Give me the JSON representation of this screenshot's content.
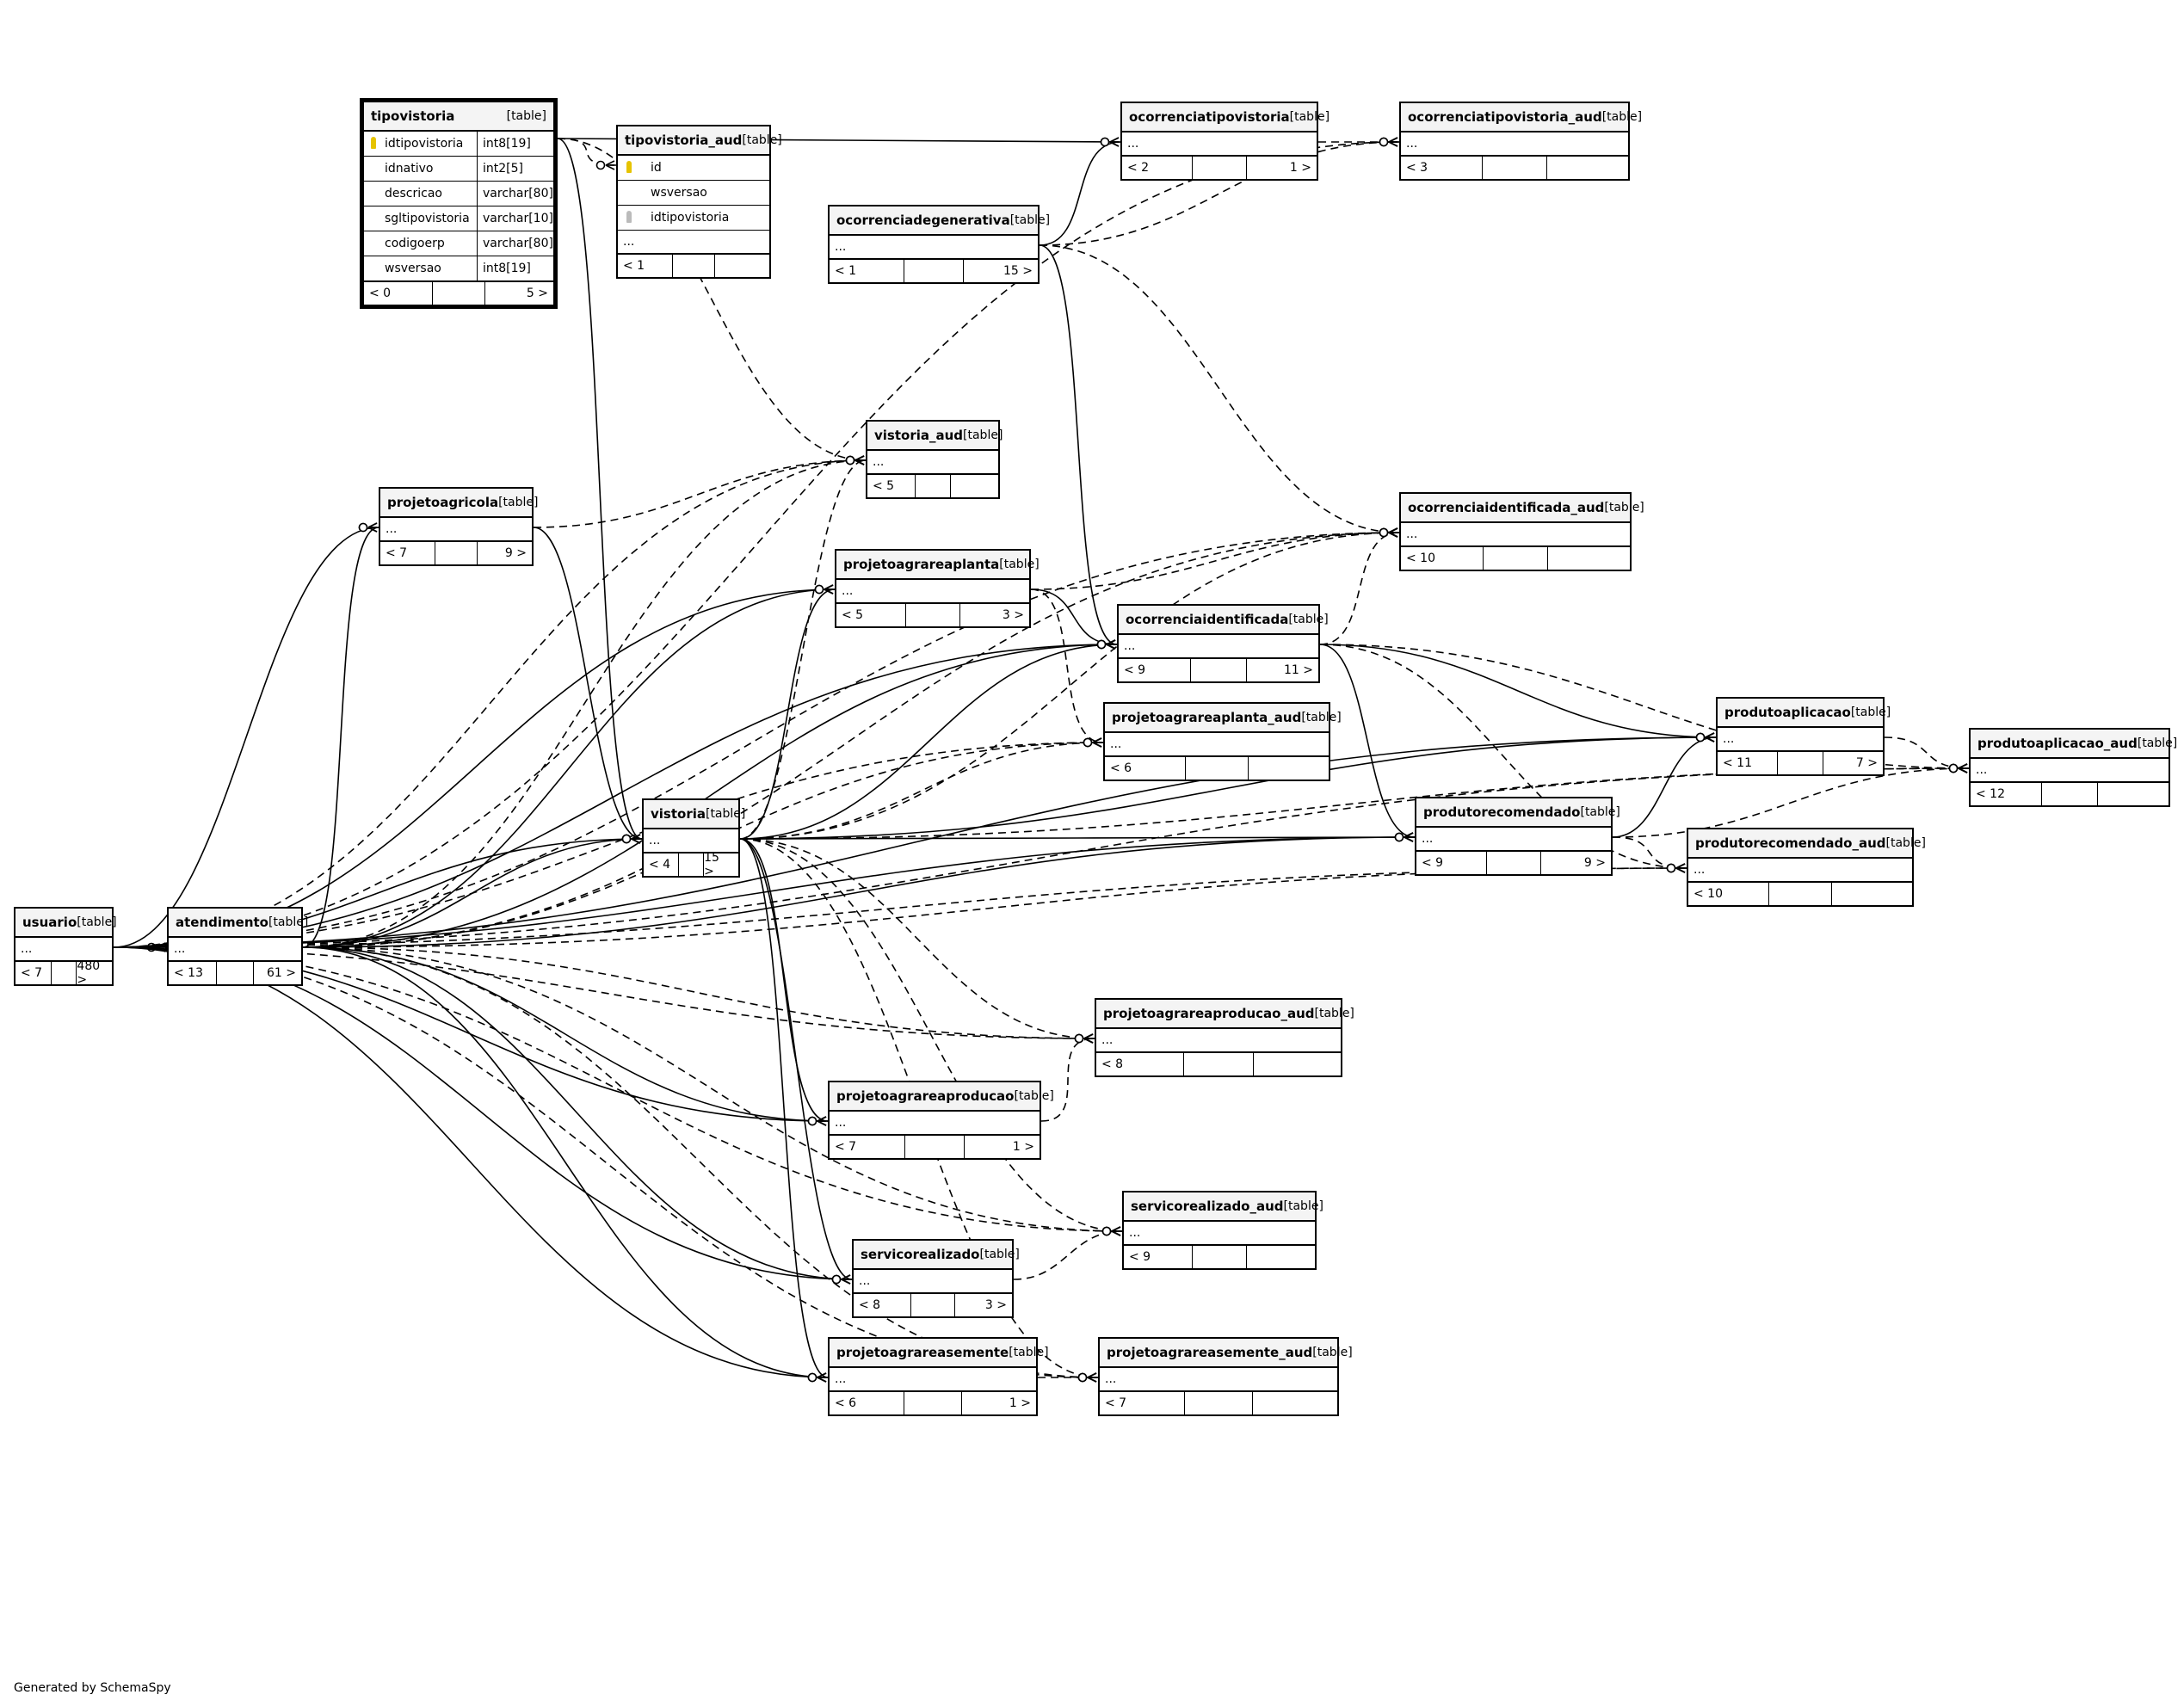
{
  "credit": "Generated by SchemaSpy",
  "type_label": "[table]",
  "tables": {
    "tipovistoria": {
      "name": "tipovistoria",
      "columns": [
        {
          "name": "idtipovistoria",
          "type": "int8[19]",
          "key": "pk"
        },
        {
          "name": "idnativo",
          "type": "int2[5]"
        },
        {
          "name": "descricao",
          "type": "varchar[80]"
        },
        {
          "name": "sgltipovistoria",
          "type": "varchar[10]"
        },
        {
          "name": "codigoerp",
          "type": "varchar[80]"
        },
        {
          "name": "wsversao",
          "type": "int8[19]"
        }
      ],
      "left": "< 0",
      "right": "5 >"
    },
    "tipovistoria_aud": {
      "name": "tipovistoria_aud",
      "columns": [
        {
          "name": "id",
          "key": "pk"
        },
        {
          "name": "wsversao"
        },
        {
          "name": "idtipovistoria",
          "key": "fk"
        }
      ],
      "ellipsis": "...",
      "left": "< 1",
      "right": ""
    },
    "ocorrenciatipovistoria": {
      "name": "ocorrenciatipovistoria",
      "ellipsis": "...",
      "left": "< 2",
      "right": "1 >"
    },
    "ocorrenciatipovistoria_aud": {
      "name": "ocorrenciatipovistoria_aud",
      "ellipsis": "...",
      "left": "< 3",
      "right": ""
    },
    "ocorrenciadegenerativa": {
      "name": "ocorrenciadegenerativa",
      "ellipsis": "...",
      "left": "< 1",
      "right": "15 >"
    },
    "vistoria_aud": {
      "name": "vistoria_aud",
      "ellipsis": "...",
      "left": "< 5",
      "right": ""
    },
    "ocorrenciaidentificada_aud": {
      "name": "ocorrenciaidentificada_aud",
      "ellipsis": "...",
      "left": "< 10",
      "right": ""
    },
    "projetoagricola": {
      "name": "projetoagricola",
      "ellipsis": "...",
      "left": "< 7",
      "right": "9 >"
    },
    "projetoagrareaplanta": {
      "name": "projetoagrareaplanta",
      "ellipsis": "...",
      "left": "< 5",
      "right": "3 >"
    },
    "ocorrenciaidentificada": {
      "name": "ocorrenciaidentificada",
      "ellipsis": "...",
      "left": "< 9",
      "right": "11 >"
    },
    "projetoagrareaplanta_aud": {
      "name": "projetoagrareaplanta_aud",
      "ellipsis": "...",
      "left": "< 6",
      "right": ""
    },
    "produtoaplicacao": {
      "name": "produtoaplicacao",
      "ellipsis": "...",
      "left": "< 11",
      "right": "7 >"
    },
    "produtoaplicacao_aud": {
      "name": "produtoaplicacao_aud",
      "ellipsis": "...",
      "left": "< 12",
      "right": ""
    },
    "vistoria": {
      "name": "vistoria",
      "ellipsis": "...",
      "left": "< 4",
      "right": "15 >"
    },
    "produtorecomendado": {
      "name": "produtorecomendado",
      "ellipsis": "...",
      "left": "< 9",
      "right": "9 >"
    },
    "produtorecomendado_aud": {
      "name": "produtorecomendado_aud",
      "ellipsis": "...",
      "left": "< 10",
      "right": ""
    },
    "usuario": {
      "name": "usuario",
      "ellipsis": "...",
      "left": "< 7",
      "right": "480 >"
    },
    "atendimento": {
      "name": "atendimento",
      "ellipsis": "...",
      "left": "< 13",
      "right": "61 >"
    },
    "projetoagrareaproducao_aud": {
      "name": "projetoagrareaproducao_aud",
      "ellipsis": "...",
      "left": "< 8",
      "right": ""
    },
    "projetoagrareaproducao": {
      "name": "projetoagrareaproducao",
      "ellipsis": "...",
      "left": "< 7",
      "right": "1 >"
    },
    "servicorealizado_aud": {
      "name": "servicorealizado_aud",
      "ellipsis": "...",
      "left": "< 9",
      "right": ""
    },
    "servicorealizado": {
      "name": "servicorealizado",
      "ellipsis": "...",
      "left": "< 8",
      "right": "3 >"
    },
    "projetoagrareasemente": {
      "name": "projetoagrareasemente",
      "ellipsis": "...",
      "left": "< 6",
      "right": "1 >"
    },
    "projetoagrareasemente_aud": {
      "name": "projetoagrareasemente_aud",
      "ellipsis": "...",
      "left": "< 7",
      "right": ""
    }
  },
  "relationships": [
    {
      "from": "tipovistoria",
      "to": "ocorrenciatipovistoria",
      "style": "solid"
    },
    {
      "from": "tipovistoria",
      "to": "tipovistoria_aud",
      "style": "dashed"
    },
    {
      "from": "tipovistoria",
      "to": "vistoria",
      "style": "solid"
    },
    {
      "from": "tipovistoria",
      "to": "vistoria_aud",
      "style": "dashed"
    },
    {
      "from": "ocorrenciatipovistoria",
      "to": "ocorrenciatipovistoria_aud",
      "style": "dashed"
    },
    {
      "from": "ocorrenciadegenerativa",
      "to": "ocorrenciatipovistoria",
      "style": "solid"
    },
    {
      "from": "ocorrenciadegenerativa",
      "to": "ocorrenciatipovistoria_aud",
      "style": "dashed"
    },
    {
      "from": "ocorrenciadegenerativa",
      "to": "ocorrenciaidentificada",
      "style": "solid"
    },
    {
      "from": "ocorrenciadegenerativa",
      "to": "ocorrenciaidentificada_aud",
      "style": "dashed"
    },
    {
      "from": "vistoria",
      "to": "vistoria_aud",
      "style": "dashed"
    },
    {
      "from": "vistoria",
      "to": "projetoagrareaplanta",
      "style": "solid"
    },
    {
      "from": "vistoria",
      "to": "ocorrenciaidentificada",
      "style": "solid"
    },
    {
      "from": "vistoria",
      "to": "produtoaplicacao",
      "style": "solid"
    },
    {
      "from": "vistoria",
      "to": "produtorecomendado",
      "style": "solid"
    },
    {
      "from": "vistoria",
      "to": "projetoagrareaproducao",
      "style": "solid"
    },
    {
      "from": "vistoria",
      "to": "servicorealizado",
      "style": "solid"
    },
    {
      "from": "vistoria",
      "to": "projetoagrareasemente",
      "style": "solid"
    },
    {
      "from": "vistoria",
      "to": "projetoagrareaplanta_aud",
      "style": "dashed"
    },
    {
      "from": "vistoria",
      "to": "produtoaplicacao_aud",
      "style": "dashed"
    },
    {
      "from": "vistoria",
      "to": "projetoagrareaproducao_aud",
      "style": "dashed"
    },
    {
      "from": "vistoria",
      "to": "servicorealizado_aud",
      "style": "dashed"
    },
    {
      "from": "vistoria",
      "to": "projetoagrareasemente_aud",
      "style": "dashed"
    },
    {
      "from": "vistoria",
      "to": "ocorrenciaidentificada_aud",
      "style": "dashed"
    },
    {
      "from": "projetoagricola",
      "to": "vistoria",
      "style": "solid"
    },
    {
      "from": "projetoagricola",
      "to": "vistoria_aud",
      "style": "dashed"
    },
    {
      "from": "projetoagrareaplanta",
      "to": "ocorrenciaidentificada",
      "style": "solid"
    },
    {
      "from": "projetoagrareaplanta",
      "to": "projetoagrareaplanta_aud",
      "style": "dashed"
    },
    {
      "from": "projetoagrareaplanta",
      "to": "ocorrenciaidentificada_aud",
      "style": "dashed"
    },
    {
      "from": "ocorrenciaidentificada",
      "to": "ocorrenciaidentificada_aud",
      "style": "dashed"
    },
    {
      "from": "ocorrenciaidentificada",
      "to": "produtoaplicacao",
      "style": "solid"
    },
    {
      "from": "ocorrenciaidentificada",
      "to": "produtorecomendado",
      "style": "solid"
    },
    {
      "from": "ocorrenciaidentificada",
      "to": "produtoaplicacao_aud",
      "style": "dashed"
    },
    {
      "from": "ocorrenciaidentificada",
      "to": "produtorecomendado_aud",
      "style": "dashed"
    },
    {
      "from": "produtoaplicacao",
      "to": "produtoaplicacao_aud",
      "style": "dashed"
    },
    {
      "from": "produtorecomendado",
      "to": "produtoaplicacao",
      "style": "solid"
    },
    {
      "from": "produtorecomendado",
      "to": "produtorecomendado_aud",
      "style": "dashed"
    },
    {
      "from": "produtorecomendado",
      "to": "produtoaplicacao_aud",
      "style": "dashed"
    },
    {
      "from": "usuario",
      "to": "atendimento",
      "style": "solid"
    },
    {
      "from": "usuario",
      "to": "projetoagricola",
      "style": "solid"
    },
    {
      "from": "usuario",
      "to": "projetoagrareaplanta",
      "style": "solid"
    },
    {
      "from": "usuario",
      "to": "ocorrenciaidentificada",
      "style": "solid"
    },
    {
      "from": "usuario",
      "to": "produtoaplicacao",
      "style": "solid"
    },
    {
      "from": "usuario",
      "to": "vistoria",
      "style": "solid"
    },
    {
      "from": "usuario",
      "to": "projetoagrareaproducao",
      "style": "solid"
    },
    {
      "from": "usuario",
      "to": "servicorealizado",
      "style": "solid"
    },
    {
      "from": "usuario",
      "to": "projetoagrareasemente",
      "style": "solid"
    },
    {
      "from": "usuario",
      "to": "produtorecomendado",
      "style": "solid"
    },
    {
      "from": "usuario",
      "to": "vistoria_aud",
      "style": "dashed"
    },
    {
      "from": "usuario",
      "to": "ocorrenciatipovistoria_aud",
      "style": "dashed"
    },
    {
      "from": "usuario",
      "to": "produtoaplicacao_aud",
      "style": "dashed"
    },
    {
      "from": "usuario",
      "to": "produtorecomendado_aud",
      "style": "dashed"
    },
    {
      "from": "usuario",
      "to": "ocorrenciaidentificada_aud",
      "style": "dashed"
    },
    {
      "from": "usuario",
      "to": "projetoagrareaproducao_aud",
      "style": "dashed"
    },
    {
      "from": "usuario",
      "to": "servicorealizado_aud",
      "style": "dashed"
    },
    {
      "from": "usuario",
      "to": "projetoagrareasemente_aud",
      "style": "dashed"
    },
    {
      "from": "usuario",
      "to": "projetoagrareaplanta_aud",
      "style": "dashed"
    },
    {
      "from": "atendimento",
      "to": "vistoria",
      "style": "solid"
    },
    {
      "from": "atendimento",
      "to": "projetoagricola",
      "style": "solid"
    },
    {
      "from": "atendimento",
      "to": "projetoagrareaplanta",
      "style": "solid"
    },
    {
      "from": "atendimento",
      "to": "ocorrenciaidentificada",
      "style": "solid"
    },
    {
      "from": "atendimento",
      "to": "produtorecomendado",
      "style": "solid"
    },
    {
      "from": "atendimento",
      "to": "projetoagrareaproducao",
      "style": "solid"
    },
    {
      "from": "atendimento",
      "to": "servicorealizado",
      "style": "solid"
    },
    {
      "from": "atendimento",
      "to": "projetoagrareasemente",
      "style": "solid"
    },
    {
      "from": "atendimento",
      "to": "vistoria_aud",
      "style": "dashed"
    },
    {
      "from": "atendimento",
      "to": "ocorrenciaidentificada_aud",
      "style": "dashed"
    },
    {
      "from": "atendimento",
      "to": "projetoagrareaplanta_aud",
      "style": "dashed"
    },
    {
      "from": "atendimento",
      "to": "projetoagrareaproducao_aud",
      "style": "dashed"
    },
    {
      "from": "atendimento",
      "to": "servicorealizado_aud",
      "style": "dashed"
    },
    {
      "from": "atendimento",
      "to": "projetoagrareasemente_aud",
      "style": "dashed"
    },
    {
      "from": "atendimento",
      "to": "produtorecomendado_aud",
      "style": "dashed"
    },
    {
      "from": "projetoagrareaproducao",
      "to": "projetoagrareaproducao_aud",
      "style": "dashed"
    },
    {
      "from": "servicorealizado",
      "to": "servicorealizado_aud",
      "style": "dashed"
    },
    {
      "from": "projetoagrareasemente",
      "to": "projetoagrareasemente_aud",
      "style": "dashed"
    }
  ]
}
